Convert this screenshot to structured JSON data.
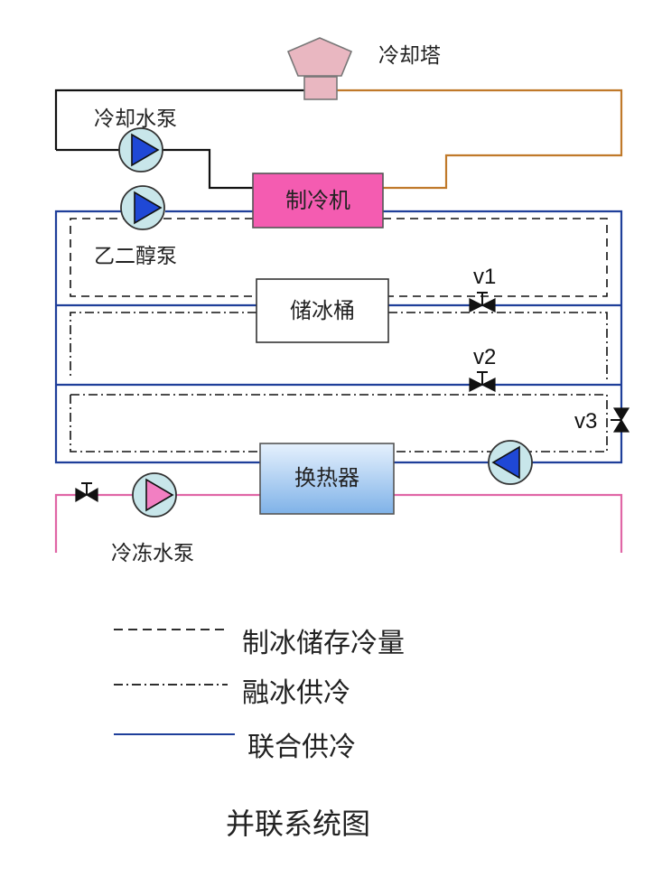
{
  "components": {
    "cooling_tower": "冷却塔",
    "cooling_water_pump": "冷却水泵",
    "chiller": "制冷机",
    "glycol_pump": "乙二醇泵",
    "ice_tank": "储冰桶",
    "heat_exchanger": "换热器",
    "chilled_water_pump": "冷冻水泵"
  },
  "valves": {
    "v1": "v1",
    "v2": "v2",
    "v3": "v3"
  },
  "legend": {
    "ice_storage": "制冰储存冷量",
    "ice_melt": "融冰供冷",
    "combined": "联合供冷"
  },
  "caption": "并联系统图",
  "colors": {
    "black_loop": "#111111",
    "orange_loop": "#c0792a",
    "blue_loop": "#1f3f9a",
    "pink_loop": "#e066a6",
    "chiller_fill": "#f45cb1",
    "tower_fill": "#e9b7c1",
    "hx_fill": "#9cc6f0"
  }
}
